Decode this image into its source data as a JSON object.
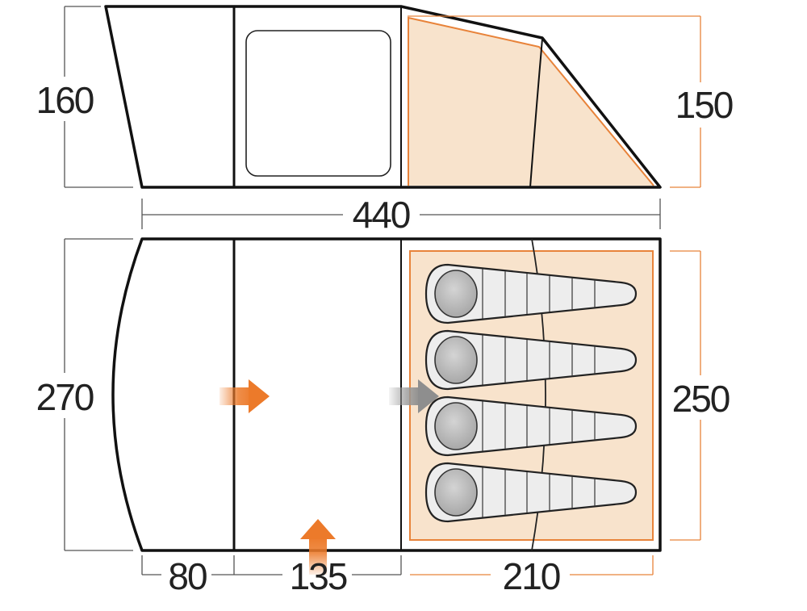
{
  "dimensions": {
    "side_height_left": "160",
    "side_height_right": "150",
    "total_length": "440",
    "floor_width_left": "270",
    "bedroom_width": "250",
    "porch_depth": "80",
    "living_depth": "135",
    "bedroom_depth": "210"
  },
  "sleeping_bags": {
    "count": 4
  },
  "colors": {
    "outline": "#111111",
    "dimension_line": "#555555",
    "bedroom_accent": "#e8833a",
    "bedroom_fill": "#f8e3cc",
    "entry_arrow": "#ec7a2a",
    "inner_arrow": "#9a9a9a",
    "bag_fill": "#ededed",
    "bag_head": "#b9b9b9"
  },
  "icons": [
    "entry-arrow-icon",
    "inner-door-arrow-icon",
    "sleeping-bag-icon"
  ]
}
